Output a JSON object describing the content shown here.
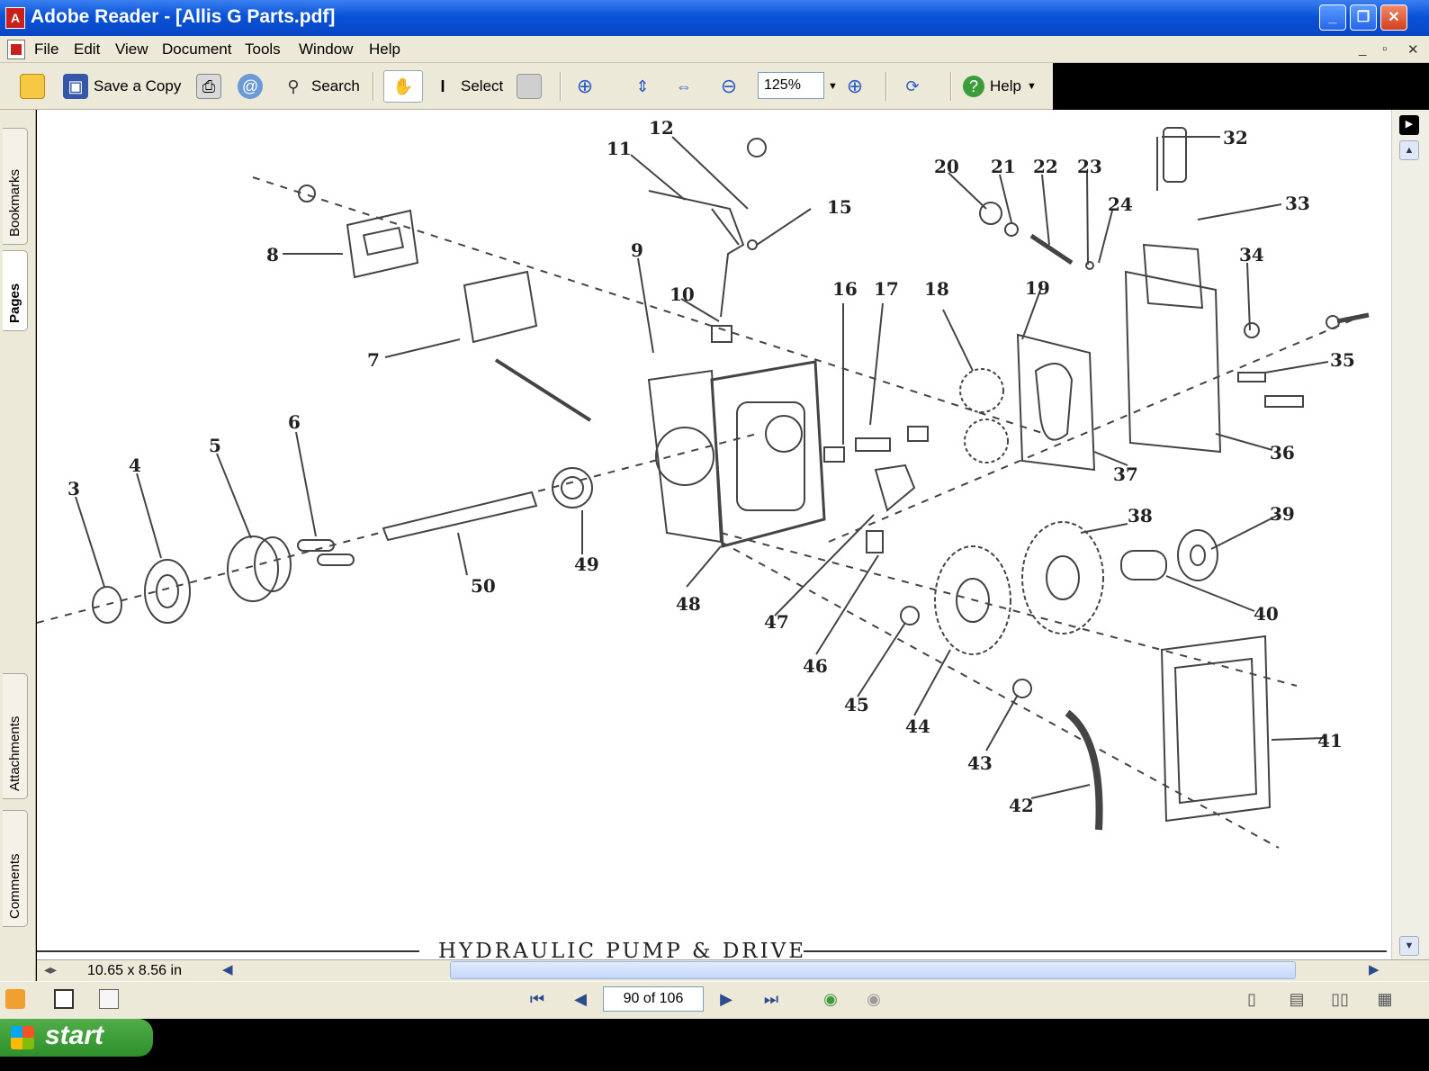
{
  "window": {
    "title": "Adobe Reader - [Allis G Parts.pdf]",
    "app_icon": "adobe-reader-icon",
    "controls": [
      "minimize-icon",
      "restore-icon",
      "close-icon"
    ]
  },
  "menubar": {
    "items": [
      "File",
      "Edit",
      "View",
      "Document",
      "Tools",
      "Window",
      "Help"
    ]
  },
  "toolbar": {
    "save_copy_label": "Save a Copy",
    "search_label": "Search",
    "select_label": "Select",
    "zoom_value": "125%",
    "help_label": "Help"
  },
  "nav_tabs": [
    "Bookmarks",
    "Pages",
    "Attachments",
    "Comments"
  ],
  "document": {
    "page_size": "10.65 x 8.56 in",
    "caption": "HYDRAULIC PUMP & DRIVE",
    "callouts": [
      "3",
      "4",
      "5",
      "6",
      "7",
      "8",
      "9",
      "10",
      "11",
      "12",
      "15",
      "16",
      "17",
      "18",
      "19",
      "20",
      "21",
      "22",
      "23",
      "24",
      "32",
      "33",
      "34",
      "35",
      "36",
      "37",
      "38",
      "39",
      "40",
      "41",
      "42",
      "43",
      "44",
      "45",
      "46",
      "47",
      "48",
      "49",
      "50"
    ]
  },
  "pagination": {
    "page_display": "90 of 106"
  },
  "taskbar": {
    "start_label": "start"
  },
  "colors": {
    "titlebar": "#0a52d8",
    "chrome": "#ece9d8",
    "start": "#3b9c35"
  }
}
